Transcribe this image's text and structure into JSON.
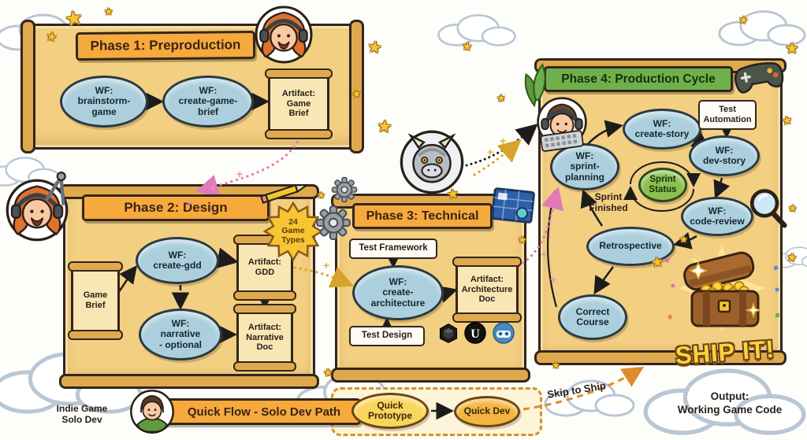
{
  "colors": {
    "parchment": "#f3cf82",
    "banner_orange": "#f6a93c",
    "banner_green": "#6fb04c",
    "node_blue": "#accfdd",
    "status_green": "#8cc152",
    "quick_yellow": "#f9d65c",
    "gold": "#f7c531",
    "arrow_pink": "#e07ab8",
    "arrow_gold": "#d9a32a",
    "arrow_orange": "#e08a2e"
  },
  "icons": {
    "star": "★",
    "sparkle": "+",
    "unreal_u": "U"
  },
  "phase1": {
    "title": "Phase 1: Preproduction",
    "wf_brainstorm": "WF:\nbrainstorm-\ngame",
    "wf_create_brief": "WF:\ncreate-game-\nbrief",
    "artifact_game_brief": "Artifact:\nGame\nBrief"
  },
  "phase2": {
    "title": "Phase 2: Design",
    "badge": "24\nGame\nTypes",
    "game_brief": "Game\nBrief",
    "wf_create_gdd": "WF:\ncreate-gdd",
    "artifact_gdd": "Artifact:\nGDD",
    "wf_narrative": "WF:\nnarrative\n- optional",
    "artifact_narrative_doc": "Artifact:\nNarrative\nDoc"
  },
  "phase3": {
    "title": "Phase 3: Technical",
    "test_framework": "Test Framework",
    "wf_create_architecture": "WF:\ncreate-\narchitecture",
    "artifact_architecture_doc": "Artifact:\nArchitecture\nDoc",
    "test_design": "Test Design"
  },
  "phase4": {
    "title": "Phase 4: Production Cycle",
    "wf_create_story": "WF:\ncreate-story",
    "test_automation": "Test\nAutomation",
    "wf_sprint_planning": "WF:\nsprint-\nplanning",
    "wf_dev_story": "WF:\ndev-story",
    "sprint_status": "Sprint\nStatus",
    "wf_code_review": "WF:\ncode-review",
    "sprint_finished": "Sprint\nFinished",
    "retrospective": "Retrospective",
    "correct_course": "Correct\nCourse"
  },
  "quick_flow": {
    "title": "Quick Flow - Solo Dev Path",
    "solo_dev_label": "Indie Game\nSolo Dev",
    "quick_prototype": "Quick\nPrototype",
    "quick_dev": "Quick Dev",
    "skip_to_ship": "Skip to Ship"
  },
  "output": {
    "ship_it": "SHIP IT!",
    "caption": "Output:\nWorking Game Code"
  }
}
